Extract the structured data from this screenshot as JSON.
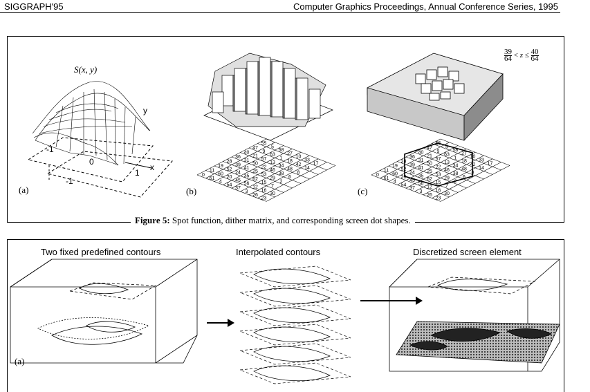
{
  "header": {
    "left": "SIGGRAPH'95",
    "right": "Computer Graphics Proceedings, Annual Conference Series, 1995"
  },
  "figure5": {
    "caption_label": "Figure 5:",
    "caption_text": "Spot function, dither matrix, and corresponding screen dot shapes.",
    "function_label": "S(x, y)",
    "axis_x": "x",
    "axis_y": "y",
    "ticks": [
      "-1",
      "0",
      "1",
      "-1"
    ],
    "panels": [
      "(a)",
      "(b)",
      "(c)"
    ],
    "threshold": {
      "num_low": "39",
      "den_low": "64",
      "op1": "<",
      "var": "z",
      "op2": "≤",
      "num_high": "40",
      "den_high": "64"
    },
    "matrix_rows": [
      [
        "0",
        "11",
        "19",
        "28",
        "36",
        "40",
        "47",
        "55",
        "61",
        "60",
        "52",
        "39",
        "31",
        "21",
        "9",
        "5"
      ],
      [
        "4",
        "20",
        "24",
        "41",
        "50",
        "57",
        "63",
        "58",
        "54",
        "45",
        "35",
        "25",
        "22",
        "13",
        "1"
      ],
      [
        "27",
        "37",
        "56",
        "62",
        "53",
        "46",
        "34",
        "18",
        "10",
        "3"
      ],
      [
        "12",
        "15",
        "29",
        "38",
        "48",
        "42",
        "33",
        "26",
        "16",
        "7",
        "2",
        "6",
        "8",
        "14",
        "17",
        "23",
        "30"
      ]
    ]
  },
  "figure6": {
    "titles": [
      "Two fixed predefined contours",
      "Interpolated contours",
      "Discretized screen element"
    ],
    "panel_label": "(a)"
  }
}
